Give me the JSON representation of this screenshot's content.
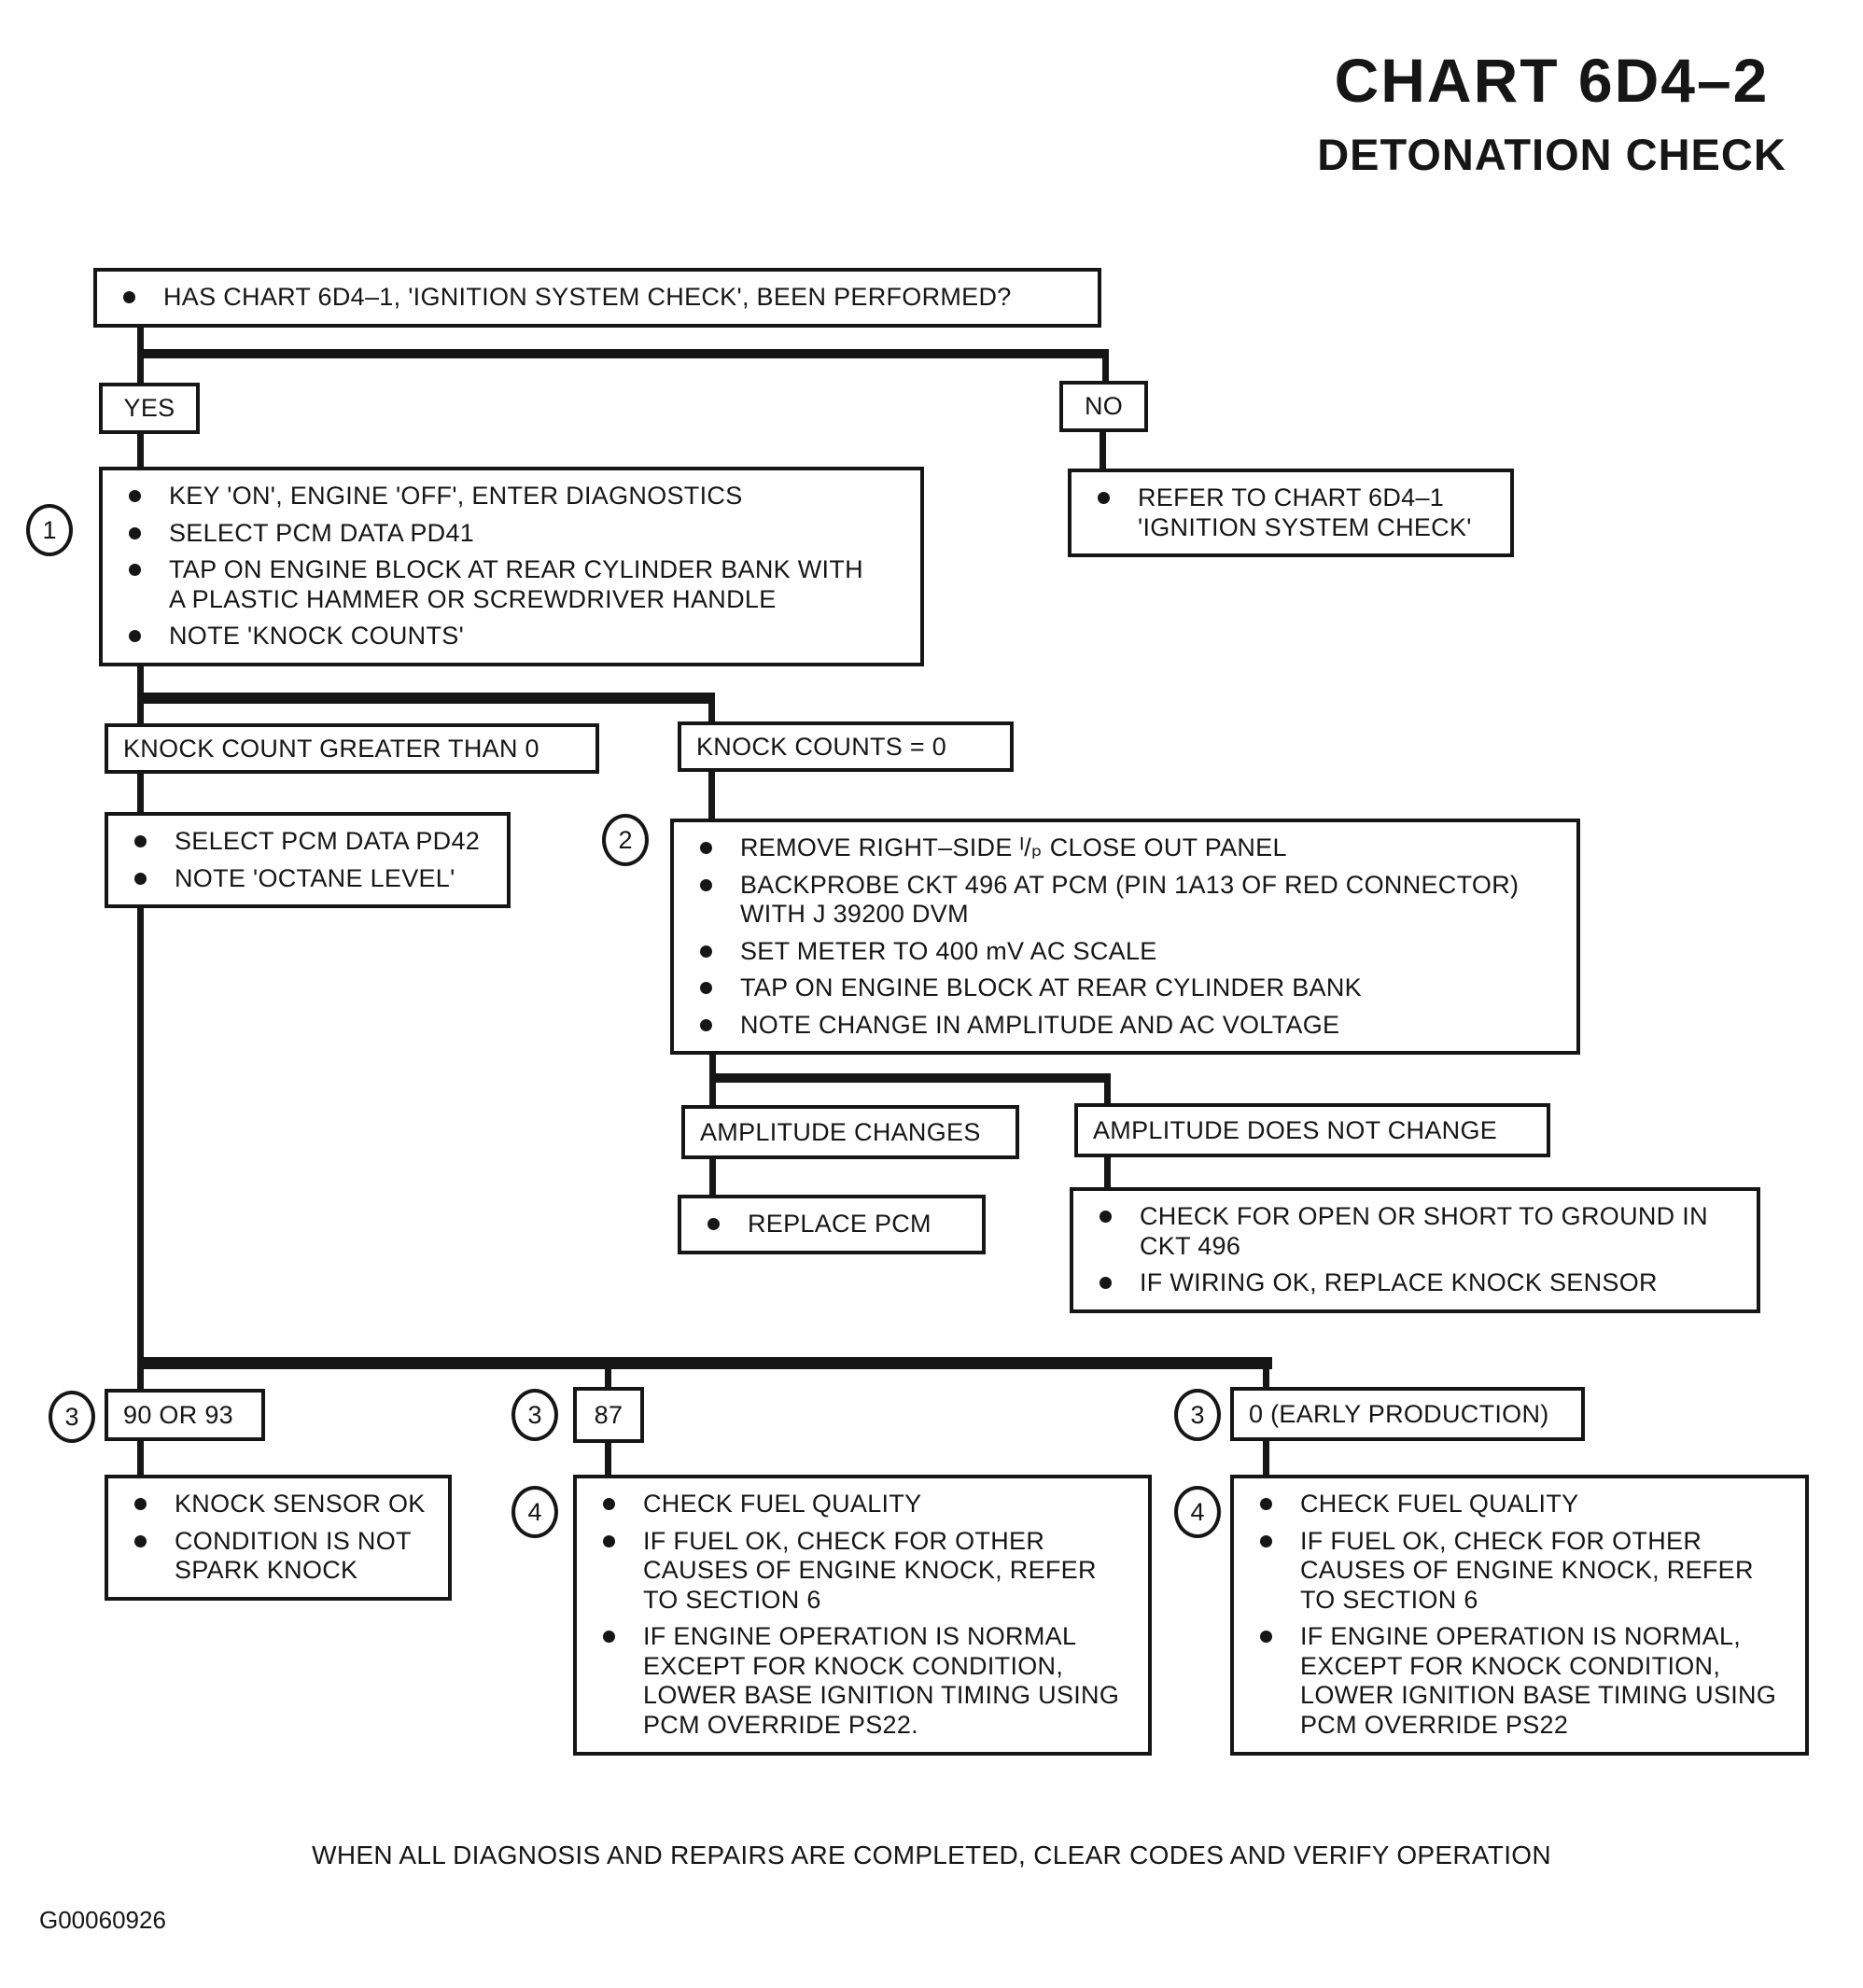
{
  "title": {
    "line1": "CHART 6D4–2",
    "line2": "DETONATION CHECK"
  },
  "colors": {
    "ink": "#161616",
    "background": "#ffffff"
  },
  "nodes": {
    "question": {
      "text": "HAS CHART 6D4–1, 'IGNITION SYSTEM CHECK', BEEN PERFORMED?"
    },
    "yes": {
      "label": "YES"
    },
    "no": {
      "label": "NO"
    },
    "step1": {
      "badge": "1",
      "items": [
        "KEY 'ON', ENGINE 'OFF', ENTER DIAGNOSTICS",
        "SELECT PCM DATA PD41",
        "TAP ON ENGINE BLOCK AT REAR CYLINDER BANK WITH\nA PLASTIC HAMMER OR SCREWDRIVER HANDLE",
        "NOTE 'KNOCK COUNTS'"
      ]
    },
    "refer": {
      "items": [
        "REFER TO CHART 6D4–1\n'IGNITION SYSTEM CHECK'"
      ]
    },
    "knock_gt0": {
      "label": "KNOCK COUNT GREATER THAN 0"
    },
    "knock_eq0": {
      "label": "KNOCK COUNTS = 0"
    },
    "pd42": {
      "items": [
        "SELECT PCM DATA PD42",
        "NOTE 'OCTANE LEVEL'"
      ]
    },
    "step2": {
      "badge": "2",
      "items": [
        "REMOVE RIGHT–SIDE ᴵ/ₚ CLOSE OUT PANEL",
        "BACKPROBE CKT 496 AT PCM (PIN 1A13 OF RED CONNECTOR)\nWITH J 39200 DVM",
        "SET METER TO 400 mV AC SCALE",
        "TAP ON ENGINE BLOCK AT REAR CYLINDER BANK",
        "NOTE CHANGE IN AMPLITUDE AND AC VOLTAGE"
      ]
    },
    "amp_changes": {
      "label": "AMPLITUDE CHANGES"
    },
    "amp_no_change": {
      "label": "AMPLITUDE DOES NOT CHANGE"
    },
    "replace_pcm": {
      "items": [
        "REPLACE PCM"
      ]
    },
    "check_ckt": {
      "items": [
        "CHECK FOR OPEN OR SHORT TO GROUND IN\nCKT 496",
        "IF WIRING OK, REPLACE KNOCK SENSOR"
      ]
    },
    "octane_90_93": {
      "badge": "3",
      "label": "90 OR 93"
    },
    "octane_87": {
      "badge": "3",
      "label": "87"
    },
    "octane_0": {
      "badge": "3",
      "label": "0 (EARLY PRODUCTION)"
    },
    "sensor_ok": {
      "items": [
        "KNOCK SENSOR OK",
        "CONDITION IS NOT\nSPARK KNOCK"
      ]
    },
    "fuel_87": {
      "badge": "4",
      "items": [
        "CHECK FUEL QUALITY",
        "IF FUEL OK, CHECK FOR OTHER\nCAUSES OF ENGINE KNOCK, REFER\nTO SECTION 6",
        "IF ENGINE OPERATION IS NORMAL\nEXCEPT FOR KNOCK CONDITION,\nLOWER BASE IGNITION TIMING USING\nPCM OVERRIDE PS22."
      ]
    },
    "fuel_0": {
      "badge": "4",
      "items": [
        "CHECK FUEL QUALITY",
        "IF FUEL OK, CHECK FOR OTHER\nCAUSES OF ENGINE KNOCK, REFER\nTO SECTION 6",
        "IF ENGINE OPERATION IS NORMAL,\nEXCEPT FOR KNOCK CONDITION,\nLOWER IGNITION BASE TIMING USING\nPCM OVERRIDE PS22"
      ]
    }
  },
  "footer": {
    "note": "WHEN ALL DIAGNOSIS AND REPAIRS ARE COMPLETED, CLEAR CODES AND VERIFY OPERATION",
    "figure_id": "G00060926"
  }
}
